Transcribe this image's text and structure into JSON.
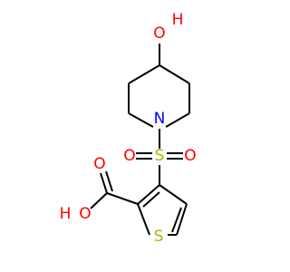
{
  "atoms": {
    "hydroxyl_oxygen": "O",
    "hydroxyl_hydrogen": "H",
    "piperidine_nitrogen": "N",
    "sulfonyl_sulfur": "S",
    "sulfonyl_oxygen_left": "O",
    "sulfonyl_oxygen_right": "O",
    "carbonyl_oxygen": "O",
    "acid_oxygen": "O",
    "acid_hydrogen": "H",
    "thiophene_sulfur": "S"
  },
  "colors": {
    "bond": "#000000",
    "oxygen": "#ff0000",
    "nitrogen": "#0000ff",
    "sulfur": "#b2b200",
    "background": "#ffffff"
  }
}
